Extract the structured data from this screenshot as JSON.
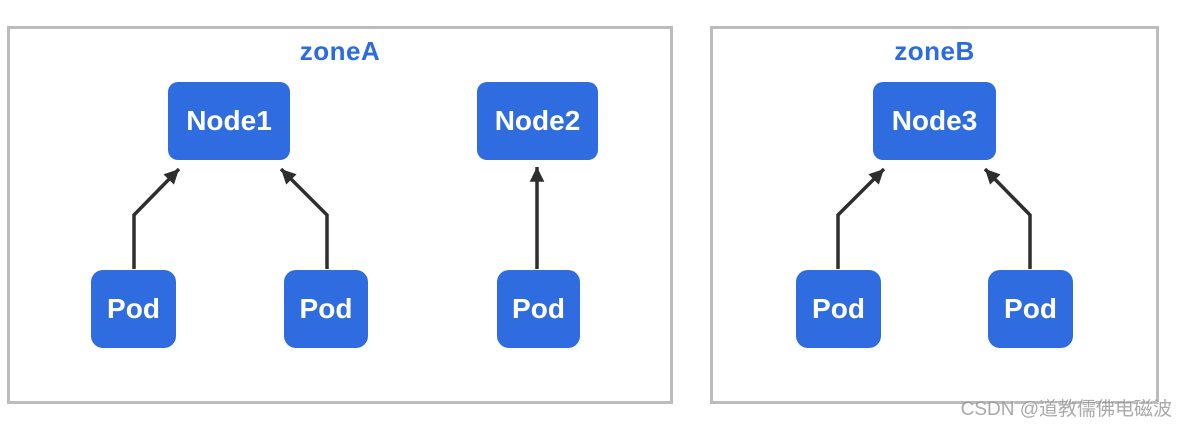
{
  "diagram": {
    "type": "kubernetes-zone-topology",
    "watermark": "CSDN @道教儒佛电磁波",
    "colors": {
      "shape_fill": "#2e6cdf",
      "shape_text": "#ffffff",
      "zone_title": "#2c6be4",
      "zone_border": "#bcbcbc",
      "arrow": "#2e2e2e",
      "watermark_text": "#8c8c8c"
    },
    "zones": [
      {
        "title": "zoneA",
        "nodes": [
          {
            "label": "Node1"
          },
          {
            "label": "Node2"
          }
        ],
        "pods": [
          {
            "label": "Pod"
          },
          {
            "label": "Pod"
          },
          {
            "label": "Pod"
          }
        ],
        "edges": [
          {
            "from": "pod-1",
            "to": "Node1"
          },
          {
            "from": "pod-2",
            "to": "Node1"
          },
          {
            "from": "pod-3",
            "to": "Node2"
          }
        ]
      },
      {
        "title": "zoneB",
        "nodes": [
          {
            "label": "Node3"
          }
        ],
        "pods": [
          {
            "label": "Pod"
          },
          {
            "label": "Pod"
          }
        ],
        "edges": [
          {
            "from": "pod-1",
            "to": "Node3"
          },
          {
            "from": "pod-2",
            "to": "Node3"
          }
        ]
      }
    ]
  }
}
